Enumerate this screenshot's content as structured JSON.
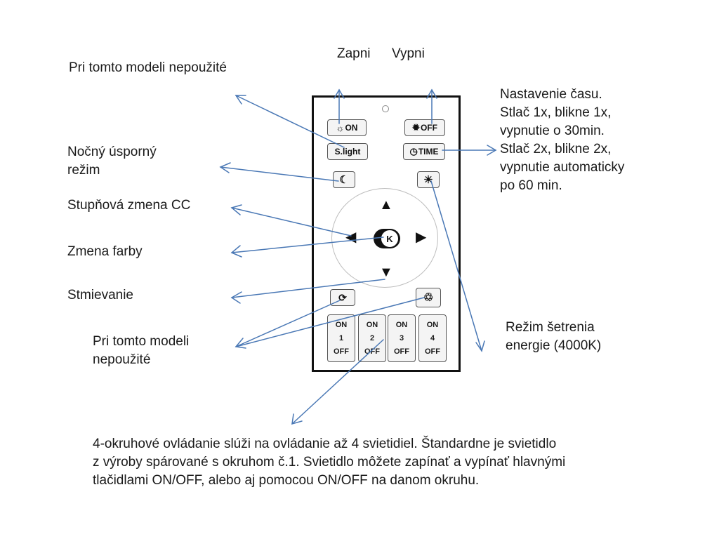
{
  "labels": {
    "zapni": "Zapni",
    "vypni": "Vypni",
    "unused_top": "Pri tomto modeli nepoužité",
    "night_line1": "Nočný úsporný",
    "night_line2": "režim",
    "cct": "Stupňová zmena CC",
    "color": "Zmena farby",
    "dimming": "Stmievanie",
    "unused_bottom_line1": "Pri tomto modeli",
    "unused_bottom_line2": "nepoužité",
    "timer_line1": "Nastavenie času.",
    "timer_line2": "Stlač 1x, blikne 1x,",
    "timer_line3": "vypnutie o 30min.",
    "timer_line4": "Stlač 2x, blikne 2x,",
    "timer_line5": "vypnutie automaticky",
    "timer_line6": "po 60 min.",
    "eco_line1": "Režim šetrenia",
    "eco_line2": "energie (4000K)"
  },
  "remote": {
    "on_label": "ON",
    "off_label": "OFF",
    "slight_label": "S.light",
    "time_label": "TIME",
    "center_label": "K",
    "zones": [
      {
        "top": "ON",
        "num": "1",
        "bottom": "OFF"
      },
      {
        "top": "ON",
        "num": "2",
        "bottom": "OFF"
      },
      {
        "top": "ON",
        "num": "3",
        "bottom": "OFF"
      },
      {
        "top": "ON",
        "num": "4",
        "bottom": "OFF"
      }
    ]
  },
  "footer": {
    "line1": "4-okruhové ovládanie slúži na ovládanie až 4 svietidiel. Štandardne je svietidlo",
    "line2": "z výroby spárované s okruhom č.1. Svietidlo môžete zapínať a vypínať hlavnými",
    "line3": "tlačidlami ON/OFF, alebo aj pomocou ON/OFF na danom okruhu."
  },
  "colors": {
    "arrow": "#4a78b5",
    "text": "#1a1a1a",
    "remote_border": "#111111"
  },
  "icons": [
    "sun-outline-icon",
    "sun-filled-icon",
    "clock-icon",
    "moon-icon",
    "sun-small-icon",
    "cycle-icon",
    "recycle-icon"
  ]
}
